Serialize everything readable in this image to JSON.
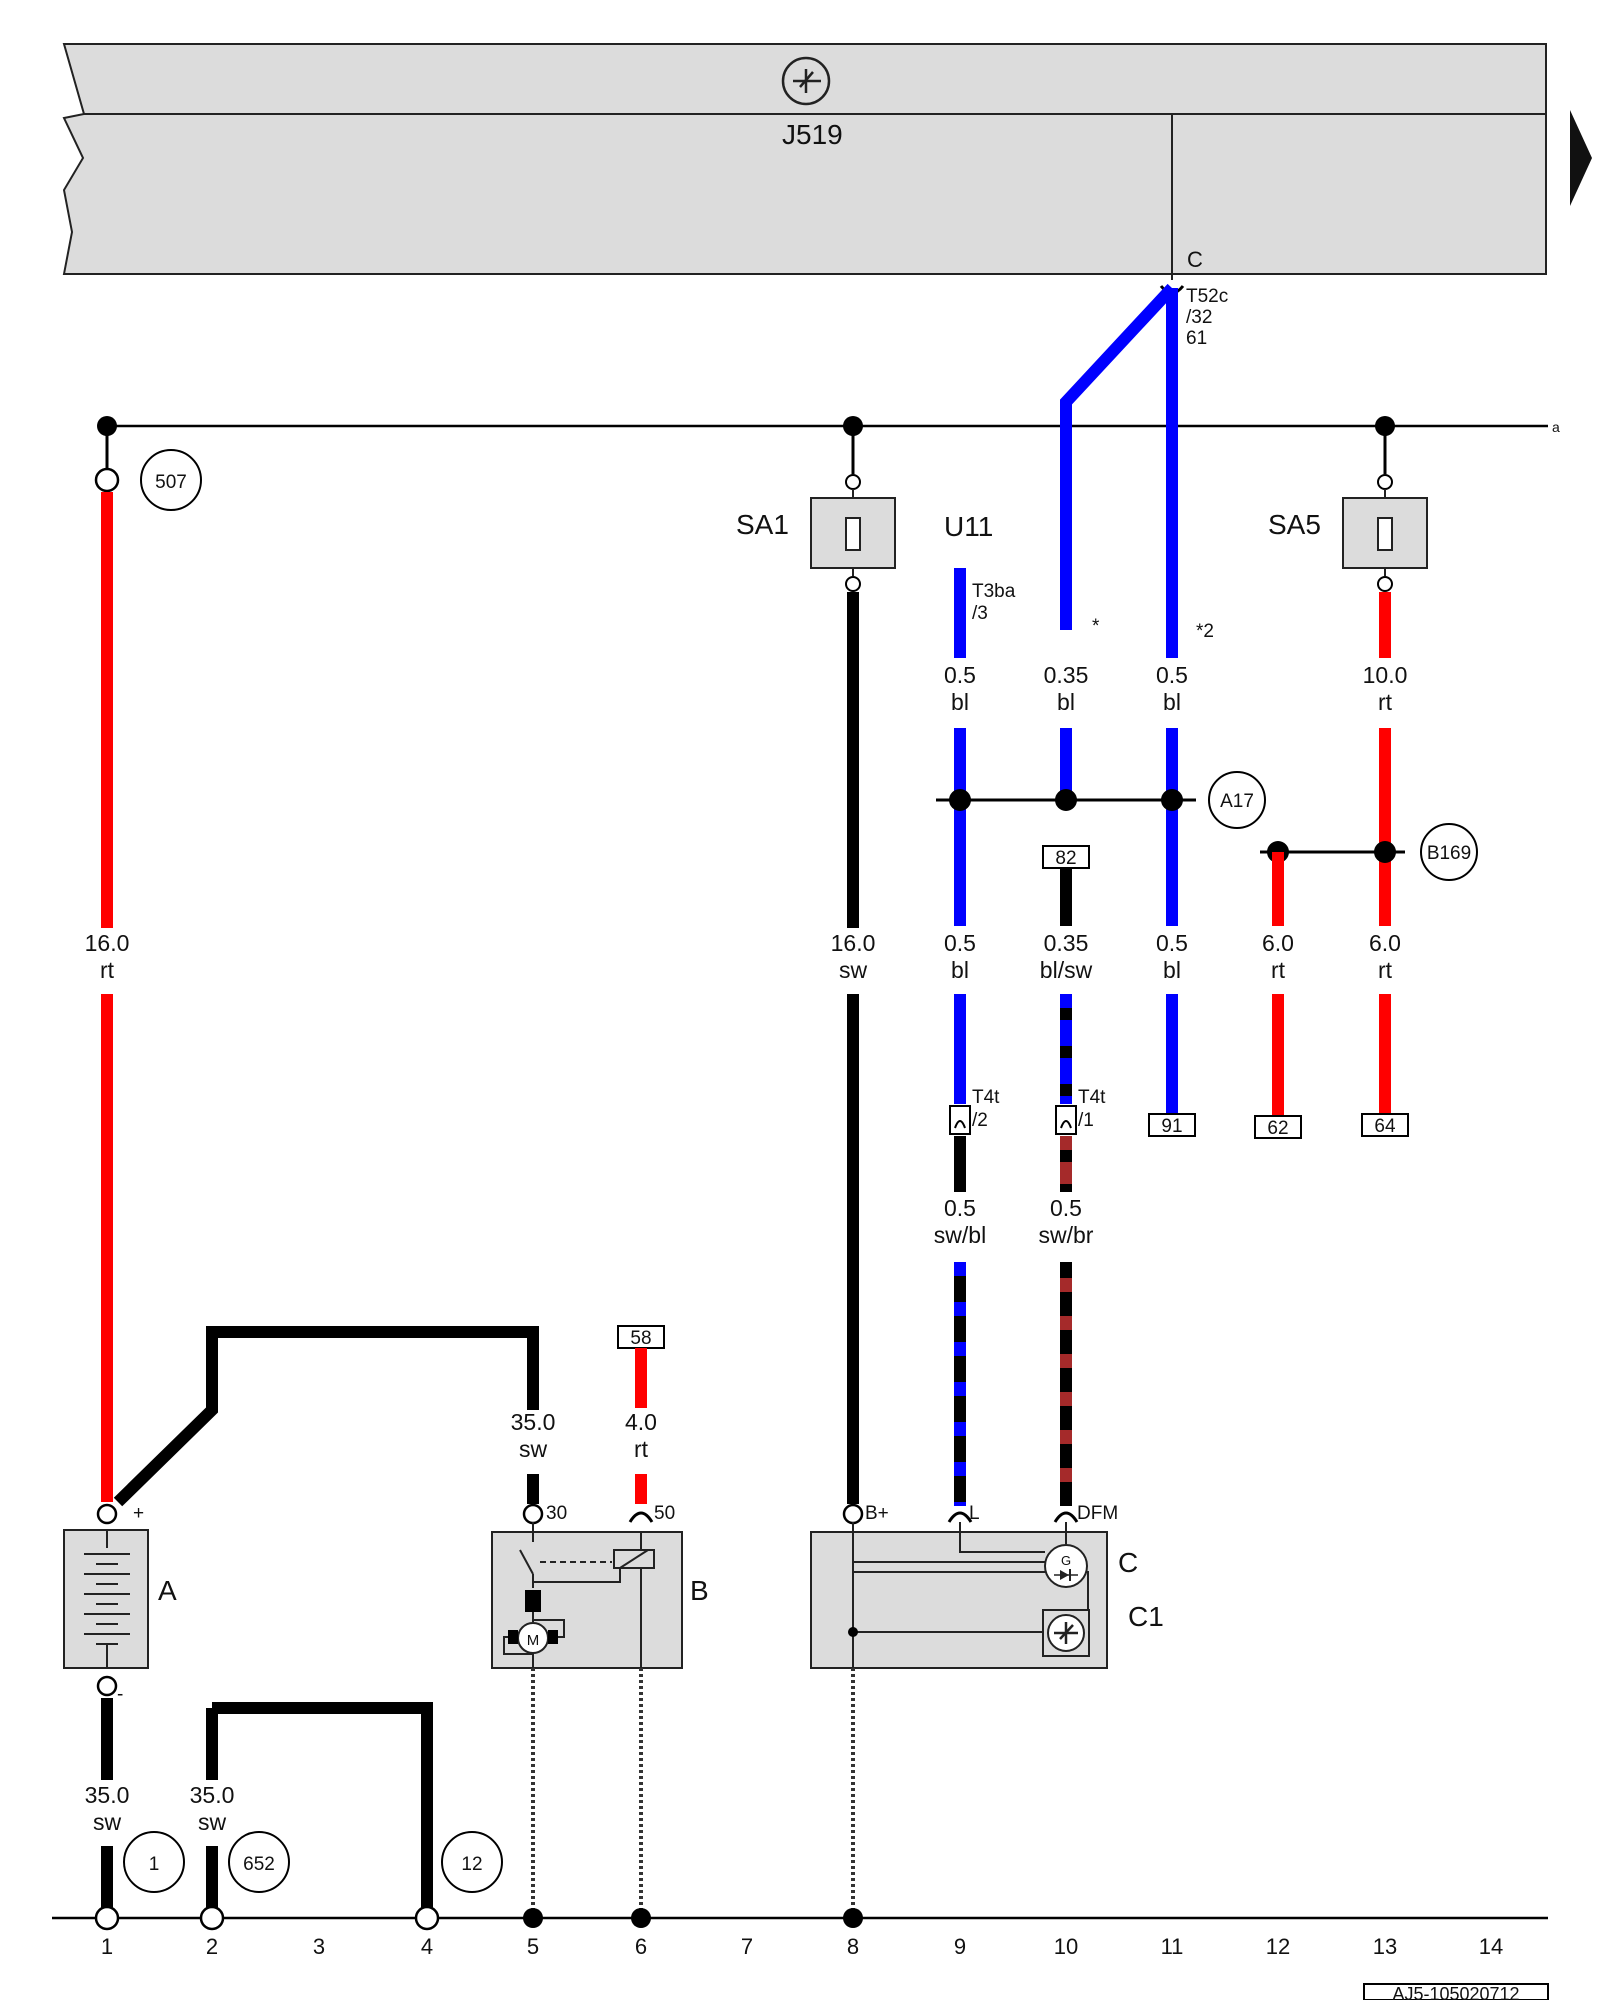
{
  "control_unit": {
    "name": "J519",
    "connector_pin": "C",
    "connector": "T52c",
    "pins": "/32",
    "pin_alt": "61"
  },
  "fuses": {
    "sa1": "SA1",
    "sa5": "SA5"
  },
  "components": {
    "battery": {
      "name": "A",
      "plus": "+",
      "minus": "-"
    },
    "starter": {
      "name": "B",
      "term30": "30",
      "term50": "50",
      "motor": "M"
    },
    "alternator": {
      "name": "C",
      "reg": "C1",
      "bplus": "B+",
      "l": "L",
      "dfm": "DFM",
      "gen": "G"
    },
    "u11": {
      "name": "U11",
      "conn": "T3ba",
      "pin": "/3"
    }
  },
  "connectors": {
    "t4t_2": {
      "name": "T4t",
      "pin": "/2"
    },
    "t4t_1": {
      "name": "T4t",
      "pin": "/1"
    }
  },
  "notes": {
    "star1": "*",
    "star2": "*2",
    "a_ref": "a"
  },
  "connections": {
    "a17": "A17",
    "b169": "B169",
    "c507": "507",
    "c1": "1",
    "c652": "652",
    "c12": "12"
  },
  "refs": {
    "r82": "82",
    "r91": "91",
    "r62": "62",
    "r64": "64",
    "r58": "58"
  },
  "wires": {
    "w1": {
      "size": "16.0",
      "color": "rt"
    },
    "w2": {
      "size": "16.0",
      "color": "sw"
    },
    "w3": {
      "size": "0.5",
      "color": "bl"
    },
    "w4": {
      "size": "0.35",
      "color": "bl"
    },
    "w5": {
      "size": "0.5",
      "color": "bl"
    },
    "w6": {
      "size": "10.0",
      "color": "rt"
    },
    "w7": {
      "size": "0.5",
      "color": "bl"
    },
    "w8": {
      "size": "0.35",
      "color": "bl/sw"
    },
    "w9": {
      "size": "0.5",
      "color": "bl"
    },
    "w10": {
      "size": "6.0",
      "color": "rt"
    },
    "w11": {
      "size": "6.0",
      "color": "rt"
    },
    "w12": {
      "size": "0.5",
      "color": "sw/bl"
    },
    "w13": {
      "size": "0.5",
      "color": "sw/br"
    },
    "w14": {
      "size": "35.0",
      "color": "sw"
    },
    "w15": {
      "size": "4.0",
      "color": "rt"
    },
    "w16": {
      "size": "35.0",
      "color": "sw"
    },
    "w17": {
      "size": "35.0",
      "color": "sw"
    }
  },
  "positions": [
    "1",
    "2",
    "3",
    "4",
    "5",
    "6",
    "7",
    "8",
    "9",
    "10",
    "11",
    "12",
    "13",
    "14"
  ],
  "doc_id": "AJ5-105020712",
  "colors": {
    "red": "#ff0000",
    "blue": "#0000ff",
    "black": "#000000",
    "brown": "#a52a2a",
    "panel": "#dcdcdc"
  }
}
